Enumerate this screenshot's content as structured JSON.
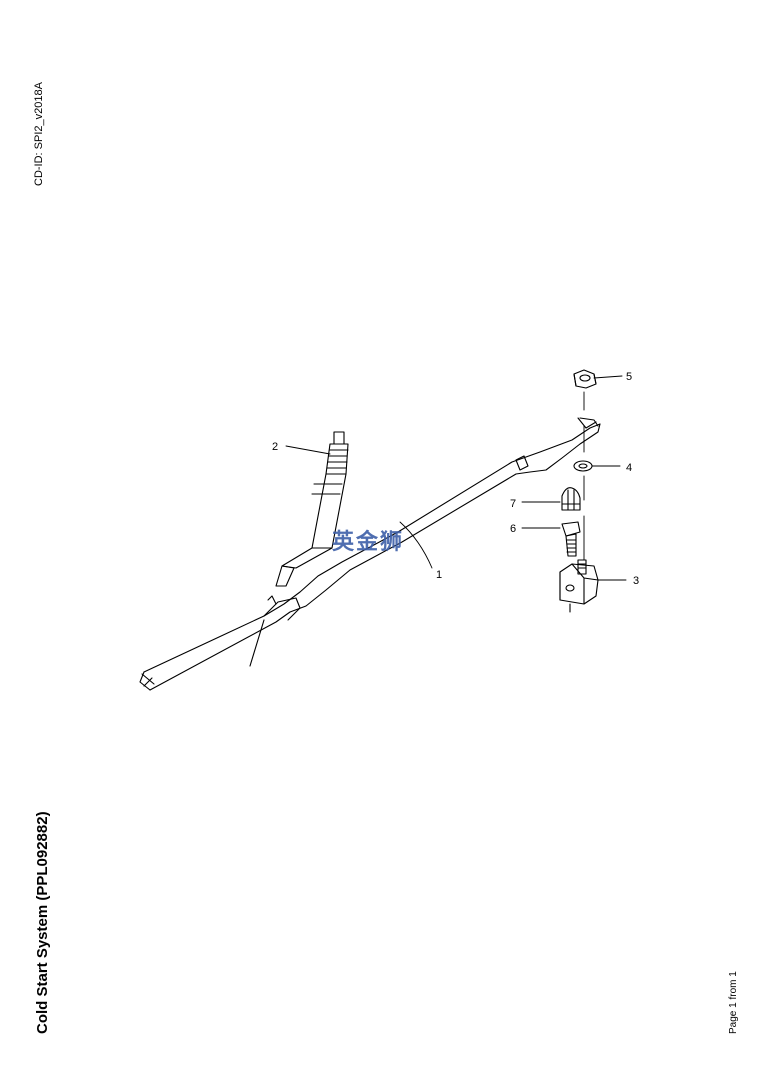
{
  "document": {
    "cd_id": "CD-ID: SPI2_v2018A",
    "title": "Cold Start System (PPL092882)",
    "page_label": "Page 1 from 1"
  },
  "watermark": {
    "text": "英金狮",
    "color": "#3d5fa8"
  },
  "diagram": {
    "callouts": [
      {
        "id": "callout-1",
        "label": "1"
      },
      {
        "id": "callout-2",
        "label": "2"
      },
      {
        "id": "callout-3",
        "label": "3"
      },
      {
        "id": "callout-4",
        "label": "4"
      },
      {
        "id": "callout-5",
        "label": "5"
      },
      {
        "id": "callout-6",
        "label": "6"
      },
      {
        "id": "callout-7",
        "label": "7"
      }
    ]
  }
}
